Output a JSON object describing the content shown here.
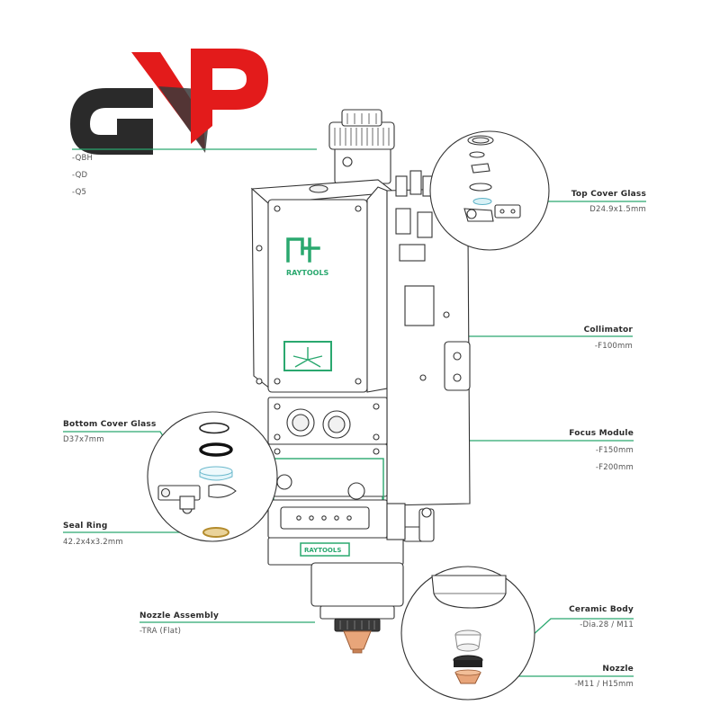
{
  "brand": {
    "logo_colors": {
      "dark": "#2a2a2a",
      "red": "#e31b1b"
    },
    "product_logo_text": "RAYTOOLS",
    "accent": "#2aa86f"
  },
  "fiber_connectors": [
    "-QBH",
    "-QD",
    "-Q5"
  ],
  "parts": {
    "top_cover_glass": {
      "name": "Top Cover Glass",
      "spec": "D24.9x1.5mm"
    },
    "collimator": {
      "name": "Collimator",
      "spec": "-F100mm"
    },
    "focus_module": {
      "name": "Focus Module",
      "specs": [
        "-F150mm",
        "-F200mm"
      ]
    },
    "bottom_cover_glass": {
      "name": "Bottom Cover Glass",
      "spec": "D37x7mm"
    },
    "seal_ring": {
      "name": "Seal Ring",
      "spec": "42.2x4x3.2mm"
    },
    "nozzle_assembly": {
      "name": "Nozzle Assembly",
      "spec": "-TRA (Flat)"
    },
    "ceramic_body": {
      "name": "Ceramic Body",
      "spec": "-Dia.28 / M11"
    },
    "nozzle": {
      "name": "Nozzle",
      "spec": "-M11 / H15mm"
    }
  }
}
